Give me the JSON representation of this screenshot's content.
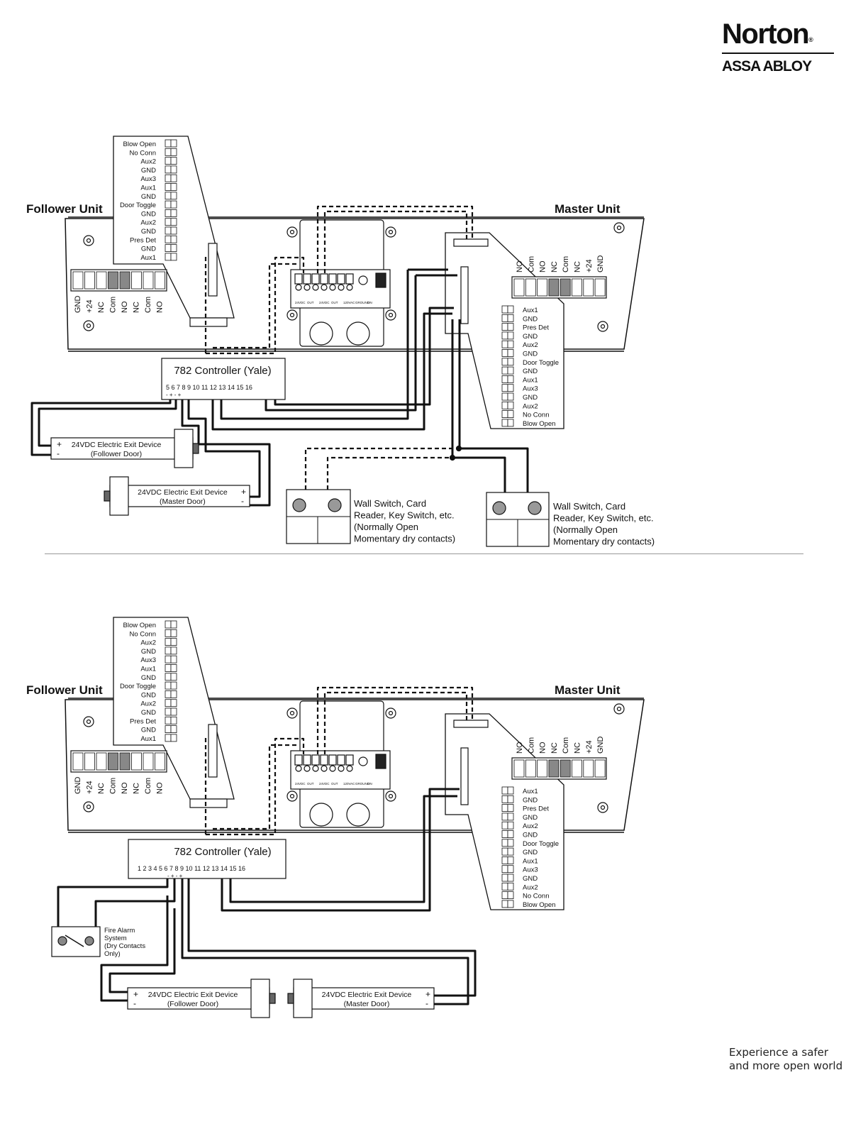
{
  "brand": {
    "name": "Norton",
    "reg": "®",
    "parent": "ASSA ABLOY"
  },
  "tagline": {
    "line1": "Experience a safer",
    "line2": "and more open world"
  },
  "follower_terminals": [
    "Blow Open",
    "No Conn",
    "Aux2",
    "GND",
    "Aux3",
    "Aux1",
    "GND",
    "Door Toggle",
    "GND",
    "Aux2",
    "GND",
    "Pres Det",
    "GND",
    "Aux1"
  ],
  "master_terminals": [
    "Aux1",
    "GND",
    "Pres Det",
    "GND",
    "Aux2",
    "GND",
    "Door Toggle",
    "GND",
    "Aux1",
    "Aux3",
    "GND",
    "Aux2",
    "No Conn",
    "Blow Open"
  ],
  "relay_labels_follower": [
    "GND",
    "+24",
    "NC",
    "Com",
    "NO",
    "NC",
    "Com",
    "NO"
  ],
  "relay_labels_master": [
    "NO",
    "Com",
    "NO",
    "NC",
    "Com",
    "NC",
    "+24",
    "GND"
  ],
  "power_terminal_labels": [
    "24VDC LEFT UNIT",
    "OUT UNIT",
    "24VDC RIGHT UNIT",
    "OUT UNIT",
    "120VAC INPUT",
    "GROUND",
    "ON OFF SWITCH"
  ],
  "diagram1": {
    "follower_unit": "Follower Unit",
    "master_unit": "Master Unit",
    "controller": {
      "title": "782 Controller (Yale)",
      "terminals": "5 6 7 8 9 10 11 12 13 14 15 16",
      "polarity": "-  +  -  +"
    },
    "exit_follower": {
      "line1": "24VDC Electric Exit Device",
      "line2": "(Follower Door)",
      "plus": "+",
      "minus": "-"
    },
    "exit_master": {
      "line1": "24VDC Electric Exit Device",
      "line2": "(Master Door)",
      "plus": "+",
      "minus": "-"
    },
    "switch1": [
      "Wall Switch, Card",
      "Reader, Key Switch, etc.",
      "(Normally Open",
      "Momentary dry contacts)"
    ],
    "switch2": [
      "Wall Switch, Card",
      "Reader, Key Switch, etc.",
      "(Normally Open",
      "Momentary dry contacts)"
    ]
  },
  "diagram2": {
    "follower_unit": "Follower Unit",
    "master_unit": "Master Unit",
    "controller": {
      "title": "782 Controller (Yale)",
      "terminals": "1 2 3 4 5 6 7 8 9 10 11 12 13 14 15 16",
      "polarity": "-  +  -  +"
    },
    "fire_alarm": [
      "Fire Alarm",
      "System",
      "(Dry Contacts",
      "Only)"
    ],
    "exit_follower": {
      "line1": "24VDC Electric Exit Device",
      "line2": "(Follower Door)",
      "plus": "+",
      "minus": "-"
    },
    "exit_master": {
      "line1": "24VDC Electric Exit Device",
      "line2": "(Master Door)",
      "plus": "+",
      "minus": "-"
    }
  }
}
